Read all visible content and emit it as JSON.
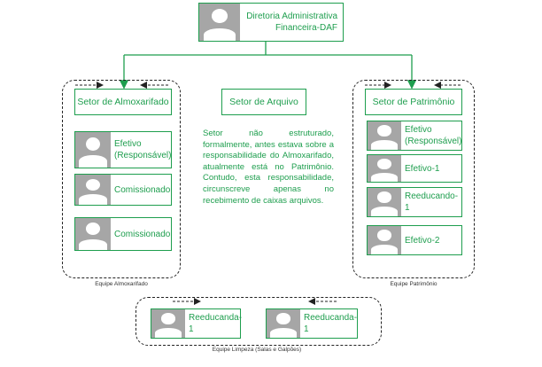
{
  "top": {
    "name": "Diretoria Administrativa Financeira-DAF"
  },
  "almoxarifado": {
    "title": "Setor de Almoxarifado",
    "members": [
      "Efetivo (Responsável)",
      "Comissionado",
      "Comissionado"
    ],
    "team_label": "Equipe Almoxarifado"
  },
  "arquivo": {
    "title": "Setor de Arquivo",
    "note": "Setor não estruturado, formalmente, antes estava sobre a responsabilidade do Almoxarifado, atualmente está no Patrimônio. Contudo, esta responsabilidade, circunscreve apenas no recebimento de caixas arquivos."
  },
  "patrimonio": {
    "title": "Setor de Patrimônio",
    "members": [
      "Efetivo (Responsável)",
      "Efetivo-1",
      "Reeducando-1",
      "Efetivo-2"
    ],
    "team_label": "Equipe Patrimônio"
  },
  "limpeza": {
    "members": [
      "Reeducanda-1",
      "Reeducanda-1"
    ],
    "team_label": "Equipe Limpeza (Salas e Galpões)"
  },
  "colors": {
    "accent": "#1e9e4e",
    "avatar": "#a6a6a6",
    "team_border": "#222222"
  }
}
